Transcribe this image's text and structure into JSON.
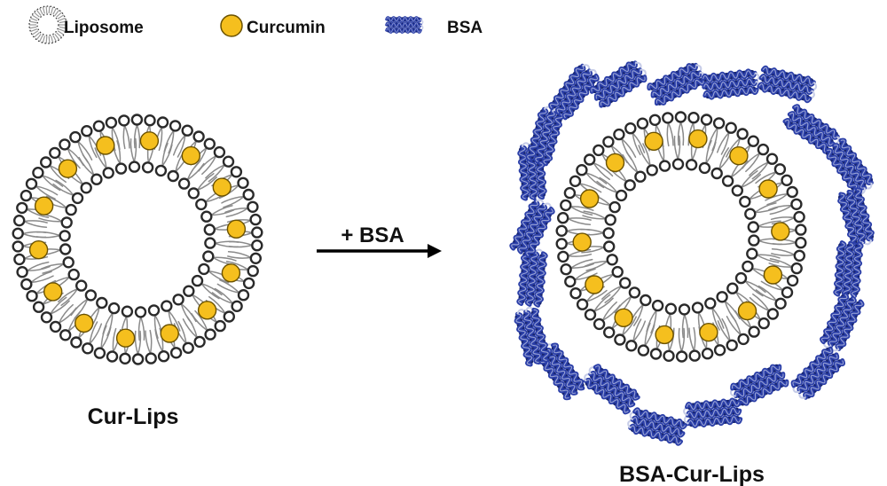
{
  "legend": {
    "liposome_label": "Liposome",
    "curcumin_label": "Curcumin",
    "bsa_label": "BSA",
    "liposome_icon": "liposome-ring-icon",
    "curcumin_icon": "yellow-circle-icon",
    "bsa_icon": "protein-helix-icon"
  },
  "reaction": {
    "arrow_label": "+ BSA",
    "arrow_icon": "right-arrow-icon"
  },
  "left_panel": {
    "caption": "Cur-Lips"
  },
  "right_panel": {
    "caption": "BSA-Cur-Lips"
  },
  "colors": {
    "curcumin_fill": "#f5bf1e",
    "curcumin_stroke": "#6b5200",
    "lipid_head_stroke": "#2a2a2a",
    "lipid_tail": "#8a8a8a",
    "protein": "#2b3fa8",
    "protein_dark": "#16246e",
    "protein_light": "#c7cde8",
    "text": "#111111"
  }
}
